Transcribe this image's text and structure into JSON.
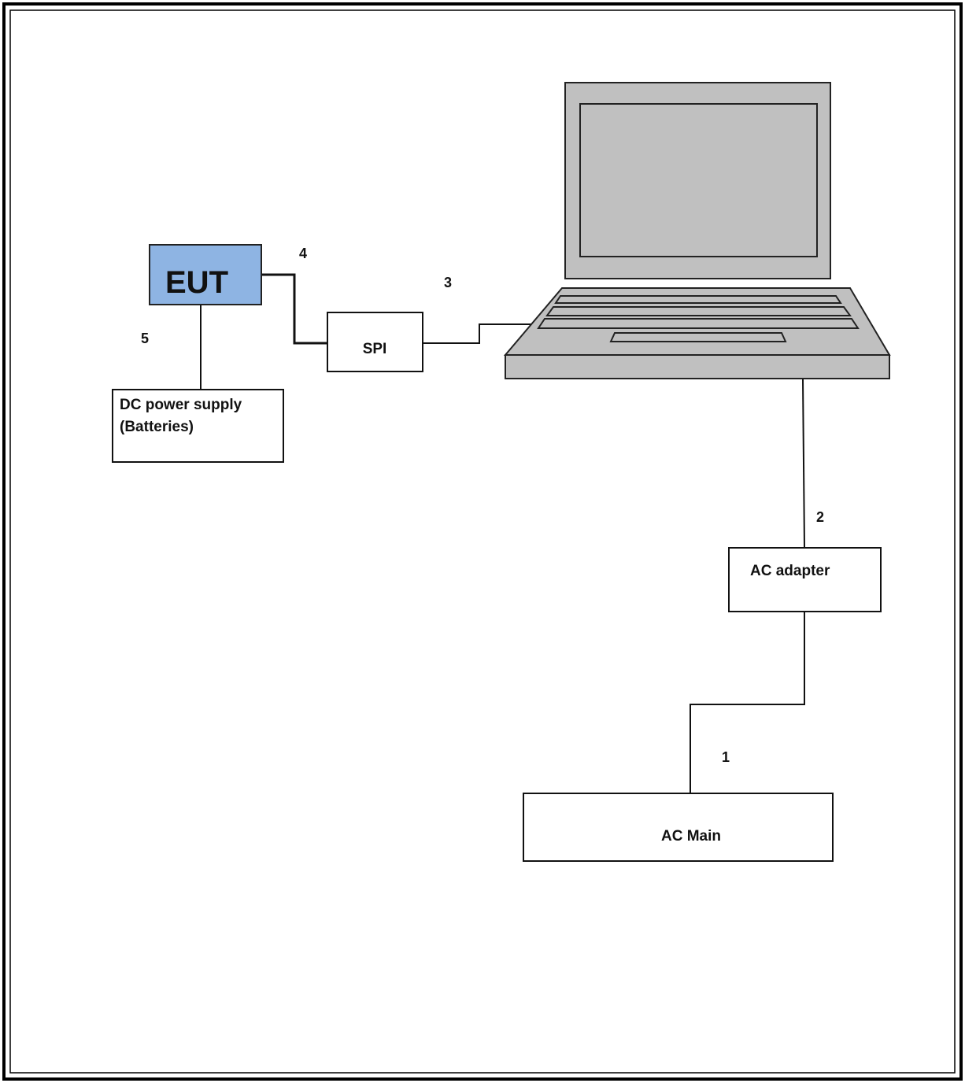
{
  "diagram": {
    "eut": {
      "label": "EUT",
      "fill": "#8EB4E3"
    },
    "spi": {
      "label": "SPI"
    },
    "dc_power": {
      "line1": "DC power supply",
      "line2": "(Batteries)"
    },
    "ac_adapter": {
      "label": "AC adapter"
    },
    "ac_main": {
      "label": "AC Main"
    },
    "laptop": {
      "icon": "laptop-icon",
      "body_color": "#C0C0C0"
    },
    "cables": {
      "c1": "1",
      "c2": "2",
      "c3": "3",
      "c4": "4",
      "c5": "5"
    }
  }
}
